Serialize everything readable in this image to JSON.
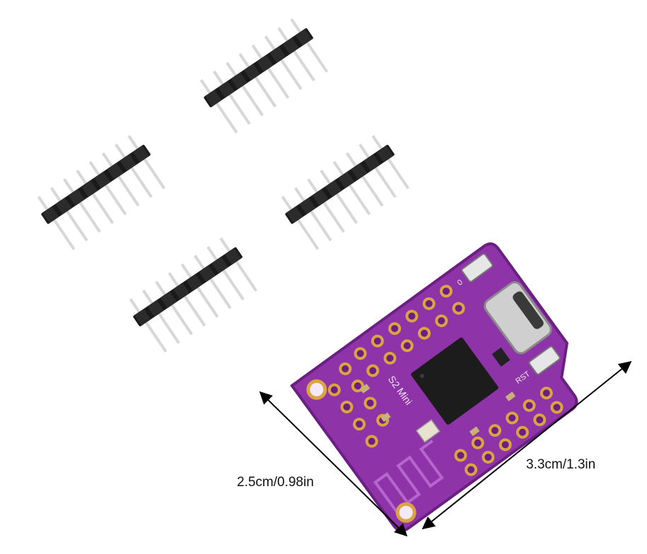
{
  "product_photo": {
    "description_icon": "microcontroller-board-with-pin-headers",
    "headers": {
      "count": 4,
      "pins_per_header": 8
    },
    "board": {
      "silkscreen_model": "S2 Mini",
      "silkscreen_buttons": [
        "0",
        "RST"
      ],
      "colors": {
        "pcb": "#8e33a8",
        "pcb_edge": "#6b1f82",
        "pad": "#d9a441",
        "chip": "#1c1c1c",
        "header_plastic": "#1a1a1a",
        "pin_metal": "#d7d7d7"
      }
    },
    "dimensions": {
      "width_label": "2.5cm/0.98in",
      "length_label": "3.3cm/1.3in"
    }
  }
}
